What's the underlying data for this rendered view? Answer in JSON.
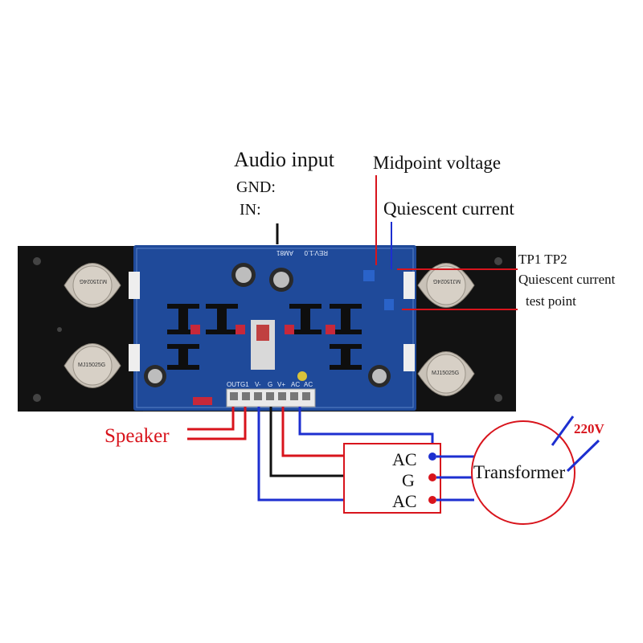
{
  "labels": {
    "audio_input": "Audio input",
    "gnd": "GND:",
    "in": "IN:",
    "midpoint_voltage": "Midpoint voltage",
    "quiescent_current": "Quiescent current",
    "tp1_tp2": "TP1 TP2",
    "quiescent_current_2": "Quiescent current",
    "test_point": "test point",
    "speaker": "Speaker",
    "ac_top": "AC",
    "g": "G",
    "ac_bottom": "AC",
    "transformer": "Transformer",
    "voltage": "220V"
  },
  "board": {
    "model": "AM81",
    "rev": "REV:1.0",
    "terminals": [
      "OUT",
      "G1",
      "V-",
      "G",
      "V+",
      "AC",
      "AC"
    ],
    "transistors": [
      "MJ15024G",
      "MJ15025G",
      "MJ15024G",
      "MJ15025G"
    ]
  },
  "colors": {
    "board_blue": "#1f4a9a",
    "heatsink_black": "#151515",
    "wire_blue": "#1d2fd0",
    "wire_red": "#d8141c",
    "wire_black": "#111111",
    "transformer_outline": "#d8141c"
  }
}
